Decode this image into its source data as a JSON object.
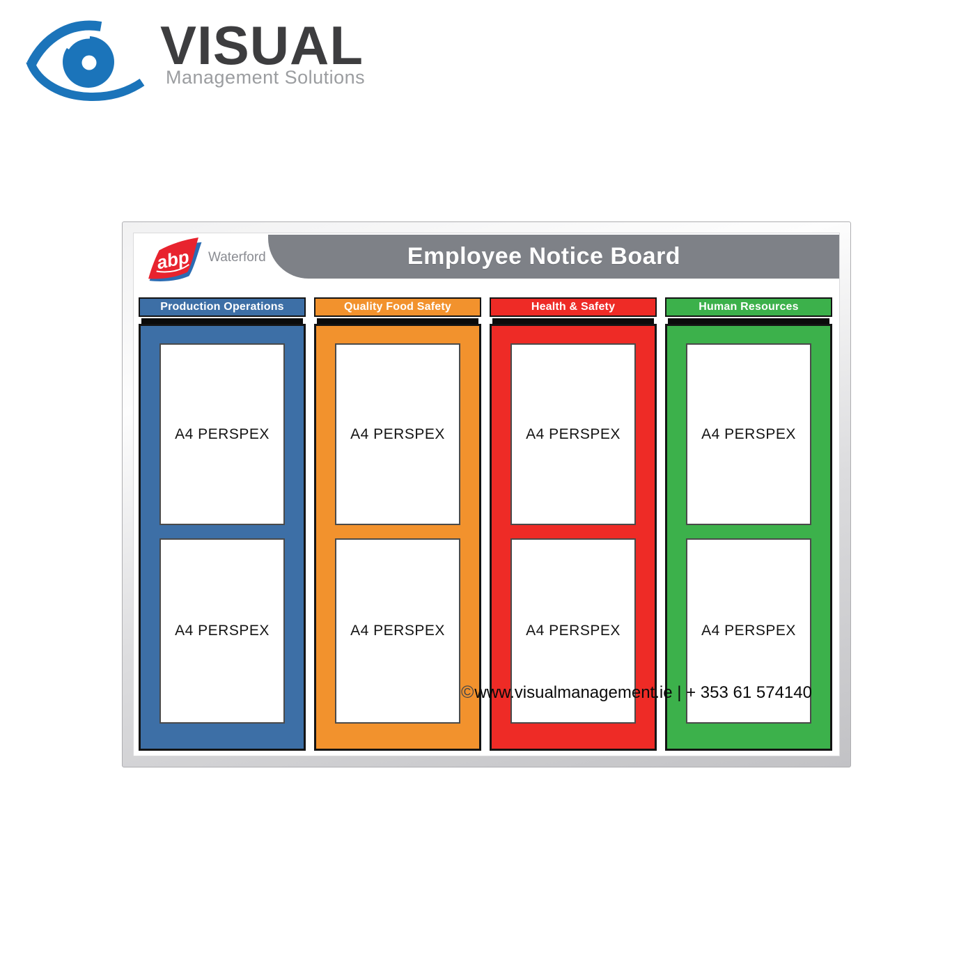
{
  "logo": {
    "brand": "VISUAL",
    "tagline": "Management Solutions",
    "eye_color": "#1B74BA",
    "brand_color": "#3D3D3F",
    "tagline_color": "#9B9DA0"
  },
  "board": {
    "title": "Employee Notice Board",
    "title_band_color": "#7E8187",
    "abp": {
      "text": "abp",
      "site": "Waterford",
      "red": "#E8232E",
      "blue": "#2B6CB3"
    },
    "columns": [
      {
        "title": "Production Operations",
        "color": "#3D6FA6",
        "panels": [
          "A4 PERSPEX",
          "A4 PERSPEX"
        ]
      },
      {
        "title": "Quality Food Safety",
        "color": "#F2922D",
        "panels": [
          "A4 PERSPEX",
          "A4 PERSPEX"
        ]
      },
      {
        "title": "Health & Safety",
        "color": "#EE2B26",
        "panels": [
          "A4 PERSPEX",
          "A4 PERSPEX"
        ]
      },
      {
        "title": "Human Resources",
        "color": "#3CB14B",
        "panels": [
          "A4 PERSPEX",
          "A4 PERSPEX"
        ]
      }
    ],
    "watermark": {
      "symbol": "©",
      "text": "www.visualmanagement.ie | + 353 61 574140"
    }
  }
}
